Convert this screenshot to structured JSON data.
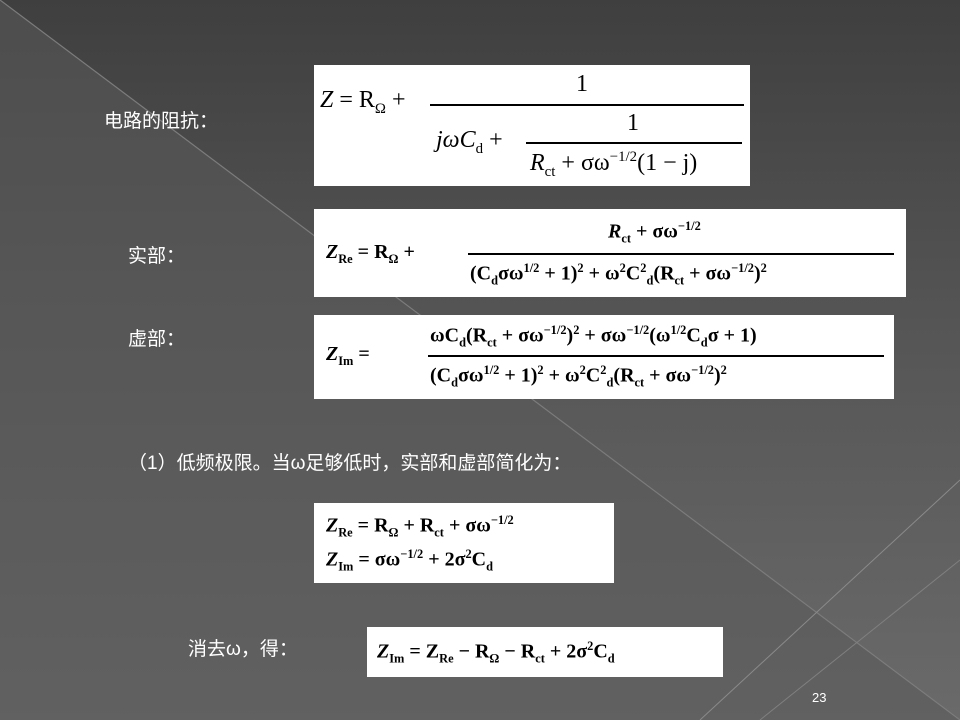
{
  "slide": {
    "page_number": "23",
    "labels": {
      "impedance": "电路的阻抗：",
      "real": "实部：",
      "imag": "虚部：",
      "low_freq": "（1）低频极限。当ω足够低时，实部和虚部简化为：",
      "eliminate": "消去ω，得："
    }
  },
  "eq1": {
    "lhs": "Z",
    "eq": " = R",
    "sub_omega": "Ω",
    "plus": " +",
    "one_a": "1",
    "j_omega_c": "jωC",
    "sub_d": "d",
    "plus2": " +",
    "one_b": "1",
    "r": "R",
    "sub_ct": "ct",
    "plus3": " + σω",
    "exp": "−1/2",
    "tail": "(1 − j)"
  },
  "eq2": {
    "z": "Z",
    "sub_re": "Re",
    "eq": " = R",
    "sub_omega": "Ω",
    "plus": " + ",
    "num_r": "R",
    "num_sub": "ct",
    "num_plus": " + σω",
    "num_exp": "−1/2",
    "den_a": "(C",
    "den_sub_d": "d",
    "den_b": "σω",
    "den_exp_half": "1/2",
    "den_c": " + 1)",
    "den_sq": "2",
    "den_d": " + ω",
    "den_sq2": "2",
    "den_e": "C",
    "den_sq3": "2",
    "den_sub_d2": "d",
    "den_f": "(R",
    "den_sub_ct": "ct",
    "den_g": " + σω",
    "den_exp2": "−1/2",
    "den_h": ")",
    "den_sq4": "2"
  },
  "eq3": {
    "z": "Z",
    "sub_im": "Im",
    "eq": " = ",
    "num_a": "ωC",
    "num_sub_d": "d",
    "num_b": "(R",
    "num_sub_ct": "ct",
    "num_c": " + σω",
    "num_exp": "−1/2",
    "num_d": ")",
    "num_sq": "2",
    "num_e": " + σω",
    "num_exp2": "−1/2",
    "num_f": "(ω",
    "num_exp3": "1/2",
    "num_g": "C",
    "num_sub_d2": "d",
    "num_h": "σ + 1)",
    "den_a": "(C",
    "den_sub_d": "d",
    "den_b": "σω",
    "den_exp_half": "1/2",
    "den_c": " + 1)",
    "den_sq": "2",
    "den_d": " + ω",
    "den_sq2": "2",
    "den_e": "C",
    "den_sq3": "2",
    "den_sub_d2": "d",
    "den_f": "(R",
    "den_sub_ct": "ct",
    "den_g": " + σω",
    "den_exp2": "−1/2",
    "den_h": ")",
    "den_sq4": "2"
  },
  "eq4": {
    "l1_z": "Z",
    "l1_sub": "Re",
    "l1_a": " = R",
    "l1_sub_omega": "Ω",
    "l1_b": " + R",
    "l1_sub_ct": "ct",
    "l1_c": " + σω",
    "l1_exp": "−1/2",
    "l2_z": "Z",
    "l2_sub": "Im",
    "l2_a": " = σω",
    "l2_exp": "−1/2",
    "l2_b": " + 2σ",
    "l2_sq": "2",
    "l2_c": "C",
    "l2_sub_d": "d"
  },
  "eq5": {
    "z": "Z",
    "sub_im": "Im",
    "a": " = Z",
    "sub_re": "Re",
    "b": " − R",
    "sub_omega": "Ω",
    "c": " − R",
    "sub_ct": "ct",
    "d": " + 2σ",
    "sq": "2",
    "e": "C",
    "sub_d": "d"
  }
}
